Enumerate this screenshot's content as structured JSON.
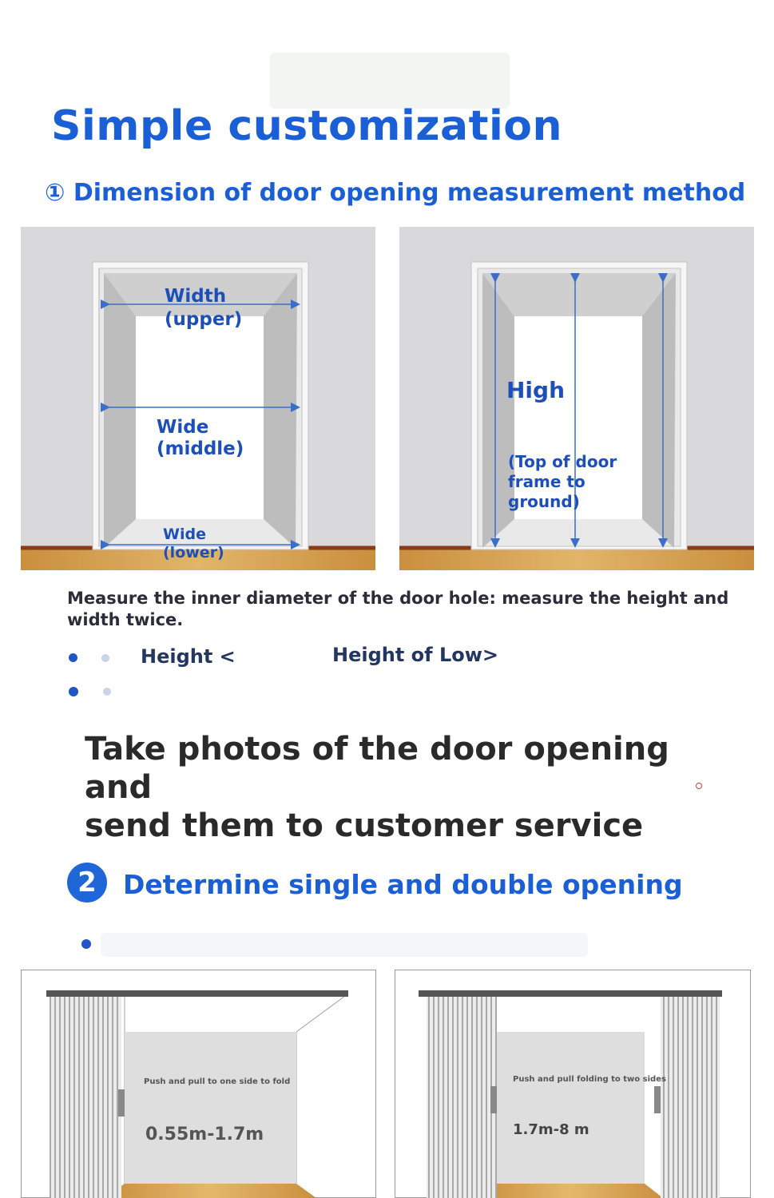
{
  "title": "Simple customization",
  "step1": {
    "heading": "① Dimension of door opening measurement method",
    "left_panel": {
      "width_upper": [
        "Width",
        "(upper)"
      ],
      "wide_middle": [
        "Wide",
        "(middle)"
      ],
      "wide_lower": [
        "Wide",
        "(lower)"
      ]
    },
    "right_panel": {
      "high": "High",
      "top_note": [
        "(Top of door",
        "frame to",
        "ground)"
      ]
    },
    "instruction": "Measure the inner diameter of the door hole: measure the height and width twice.",
    "height_left": "Height <",
    "height_right": "Height of Low>"
  },
  "photo_text": [
    "Take photos of the door opening and",
    "send them to customer service"
  ],
  "step2": {
    "number": "2",
    "heading": "Determine single and double opening",
    "single": {
      "caption": "Push and pull to one side to fold",
      "range": "0.55m-1.7m"
    },
    "double": {
      "caption": "Push and pull folding to two sides",
      "range": "1.7m-8 m"
    }
  },
  "colors": {
    "accent": "#1a5fd6",
    "label_blue": "#1d4fb8",
    "wall": "#d8d8da",
    "floor": "#d8a85a"
  }
}
